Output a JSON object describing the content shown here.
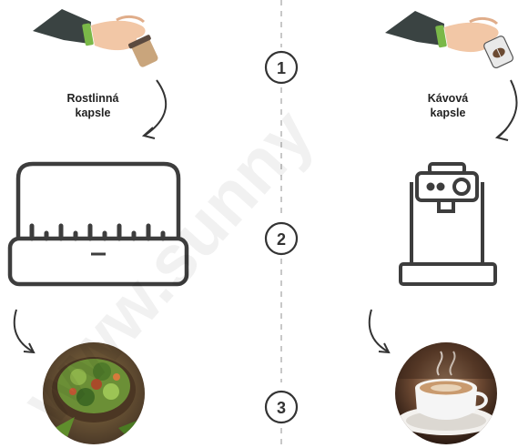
{
  "left_column": {
    "label_line1": "Rostlinná",
    "label_line2": "kapsle"
  },
  "right_column": {
    "label_line1": "Kávová",
    "label_line2": "kapsle"
  },
  "steps": [
    "1",
    "2",
    "3"
  ],
  "watermark": "www.sunny",
  "colors": {
    "sleeve": "#3a4342",
    "cuff": "#7ab848",
    "skin": "#f2c7a6",
    "capsule_body": "#c9a57c",
    "capsule_dark": "#5b4a3f",
    "outline": "#3d3d3d",
    "divider": "#b5b5b5"
  }
}
